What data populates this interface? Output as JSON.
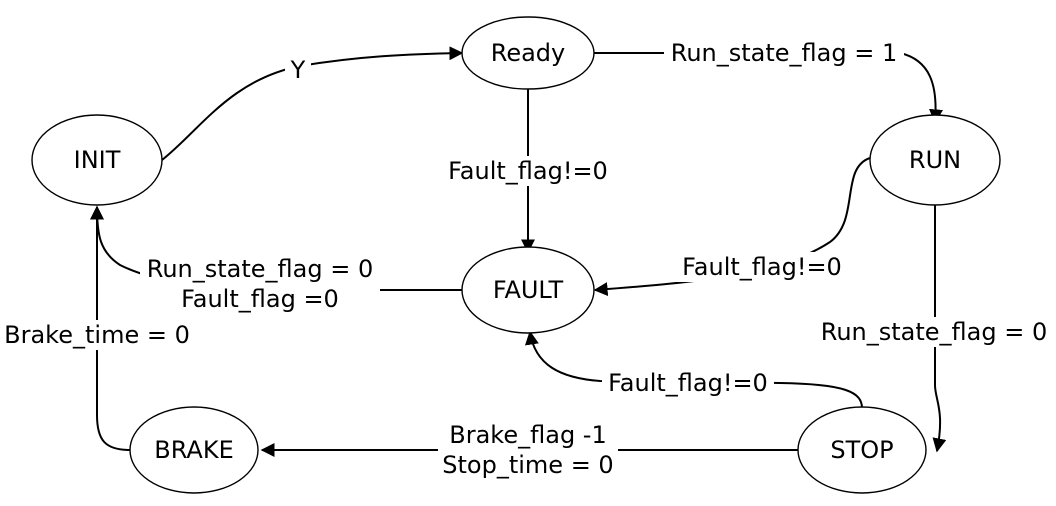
{
  "diagram": {
    "states": {
      "init": "INIT",
      "ready": "Ready",
      "run": "RUN",
      "fault": "FAULT",
      "stop": "STOP",
      "brake": "BRAKE"
    },
    "transitions": {
      "init_to_ready": "Y",
      "ready_to_run": "Run_state_flag = 1",
      "ready_to_fault": "Fault_flag!=0",
      "run_to_fault": "Fault_flag!=0",
      "run_to_stop": "Run_state_flag = 0",
      "stop_to_fault": "Fault_flag!=0",
      "stop_to_brake_line1": "Brake_flag -1",
      "stop_to_brake_line2": "Stop_time = 0",
      "fault_to_init_line1": "Run_state_flag = 0",
      "fault_to_init_line2": "Fault_flag =0",
      "brake_to_init": "Brake_time = 0"
    }
  }
}
